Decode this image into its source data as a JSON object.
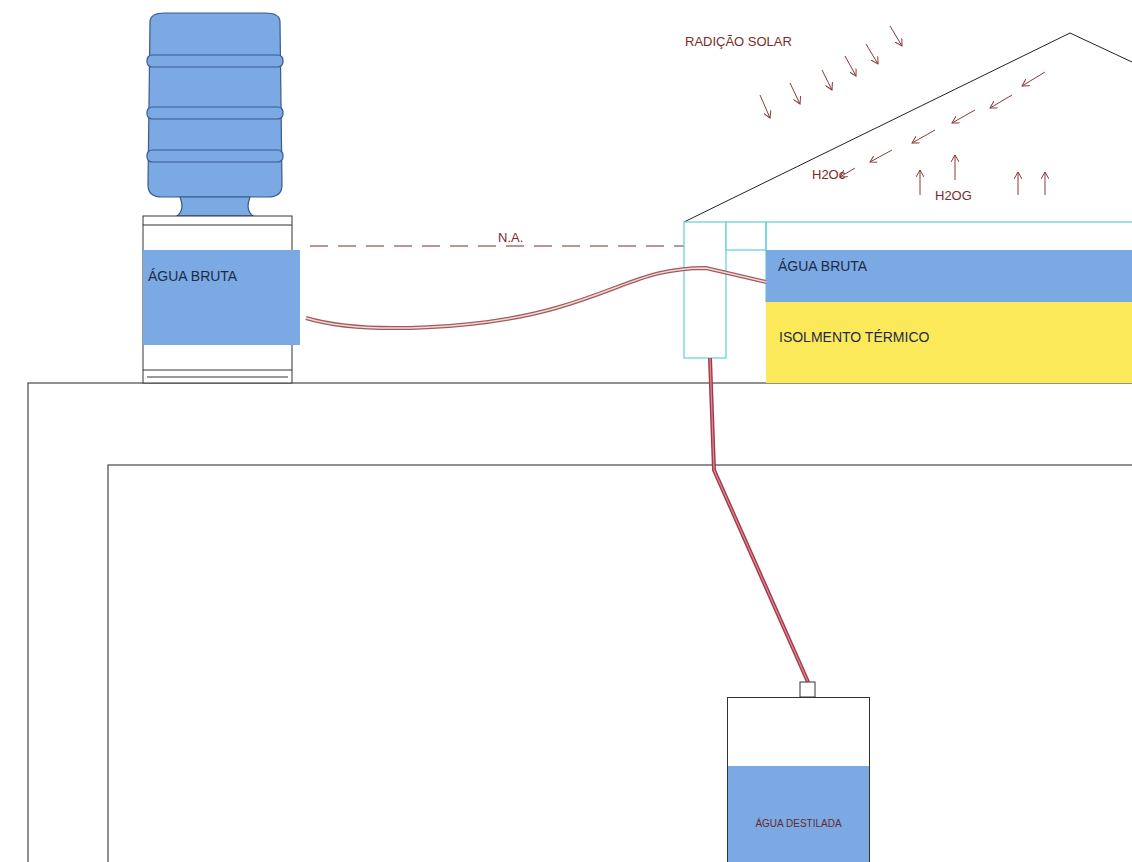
{
  "diagram": {
    "nodes": [
      {
        "text": [
          "ÁGUA BRUTA"
        ]
      },
      {
        "text": [
          "ÁGUA BRUTA"
        ]
      },
      {
        "text": [
          "ISOLMENTO TÉRMICO"
        ]
      },
      {
        "text": [
          "ÁGUA DESTILADA"
        ]
      }
    ],
    "edges": [
      {
        "from": 0,
        "to": 1,
        "arrow": "none"
      }
    ],
    "labels": [
      "RADIÇÃO SOLAR",
      "N.A.",
      "H2Oc",
      "H2OG"
    ]
  }
}
